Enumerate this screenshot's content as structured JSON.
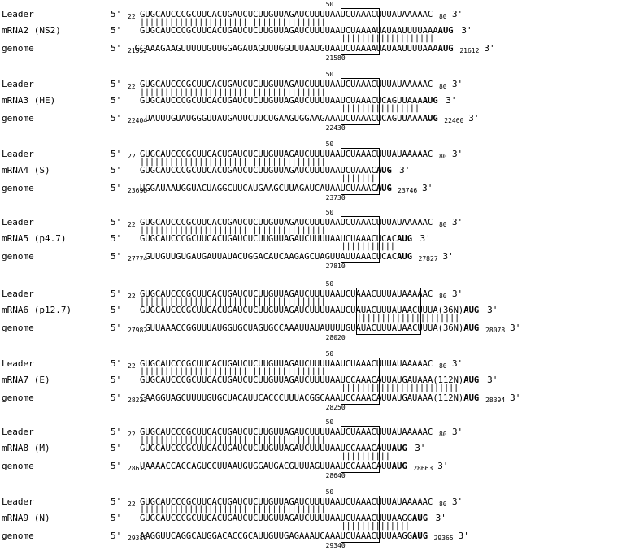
{
  "labels": {
    "leader": "Leader",
    "genome": "genome",
    "five": "5'",
    "three": "3'",
    "mark": "50"
  },
  "blocks": [
    {
      "mrna": "mRNA2 (NS2)",
      "leader_seq": "GUGCAUCCCGCUUCACUGAUCUCUUGUUAGAUCUUUUAAUCUAAACUUUAUAAAAAC",
      "leader_start": "22",
      "leader_end": "80",
      "mrna_seq": "GUGCAUCCCGCUUCACUGAUCUCUUGUUAGAUCUUUUAAUCUAAAAUAUAAUUUUAAA",
      "mrna_aug": "AUG",
      "genome_seq": "GCAAAGAAGUUUUUGUUGGAGAUAGUUUGGUUUAAUGUAAUCUAAAAUAUAAUUUUAAA",
      "genome_aug": "AUG",
      "genome_start": "21552",
      "genome_end": "21612",
      "genome_mark": "21580"
    },
    {
      "mrna": "mRNA3 (HE)",
      "leader_seq": "GUGCAUCCCGCUUCACUGAUCUCUUGUUAGAUCUUUUAAUCUAAACUUUAUAAAAAC",
      "leader_start": "22",
      "leader_end": "80",
      "mrna_seq": "GUGCAUCCCGCUUCACUGAUCUCUUGUUAGAUCUUUUAAUCUAAACUCAGUUAAA",
      "mrna_aug": "AUG",
      "genome_seq": "UAUUUGUAUGGGUUAUGAUUCUUCUGAAGUGGAAGAAAUCUAAACUCAGUUAAA",
      "genome_aug": "AUG",
      "genome_start": "22404",
      "genome_end": "22460",
      "genome_mark": "22430"
    },
    {
      "mrna": "mRNA4 (S)",
      "leader_seq": "GUGCAUCCCGCUUCACUGAUCUCUUGUUAGAUCUUUUAAUCUAAACUUUAUAAAAAC",
      "leader_start": "22",
      "leader_end": "80",
      "mrna_seq": "GUGCAUCCCGCUUCACUGAUCUCUUGUUAGAUCUUUUAAUCUAAAC",
      "mrna_aug": "AUG",
      "genome_seq": "UGGAUAAUGGUACUAGGCUUCAUGAAGCUUAGAUCAUAAUCUAAAC",
      "genome_aug": "AUG",
      "genome_start": "23698",
      "genome_end": "23746",
      "genome_mark": "23730"
    },
    {
      "mrna": "mRNA5 (p4.7)",
      "leader_seq": "GUGCAUCCCGCUUCACUGAUCUCUUGUUAGAUCUUUUAAUCUAAACUUUAUAAAAAC",
      "leader_start": "22",
      "leader_end": "80",
      "mrna_seq": "GUGCAUCCCGCUUCACUGAUCUCUUGUUAGAUCUUUUAAUCUAAACUCAC",
      "mrna_aug": "AUG",
      "genome_seq": "GUUGUUGUGAUGAUUAUACUGGACAUCAAGAGCUAGUUAUUAAACUCAC",
      "genome_aug": "AUG",
      "genome_start": "27774",
      "genome_end": "27827",
      "genome_mark": "27810"
    },
    {
      "mrna": "mRNA6 (p12.7)",
      "leader_seq": "GUGCAUCCCGCUUCACUGAUCUCUUGUUAGAUCUUUUAAUCUAAACUUUAUAAAAAC",
      "leader_start": "22",
      "leader_end": "80",
      "mrna_seq": "GUGCAUCCCGCUUCACUGAUCUCUUGUUAGAUCUUUUAAUCUAUACUUUAUAACUUUA(36N)",
      "mrna_aug": "AUG",
      "genome_seq": "GUUAAACCGGUUUAUGGUGCUAGUGCCAAAUUAUAUUUUGUAUACUUUAUAACUUUA(36N)",
      "genome_aug": "AUG",
      "genome_start": "27982",
      "genome_end": "28078",
      "genome_mark": "28020"
    },
    {
      "mrna": "mRNA7 (E)",
      "leader_seq": "GUGCAUCCCGCUUCACUGAUCUCUUGUUAGAUCUUUUAAUCUAAACUUUAUAAAAAC",
      "leader_start": "22",
      "leader_end": "80",
      "mrna_seq": "GUGCAUCCCGCUUCACUGAUCUCUUGUUAGAUCUUUUAAUCCAAACAUUAUGAUAAA(112N)",
      "mrna_aug": "AUG",
      "genome_seq": "CAAGGUAGCUUUUGUGCUACAUUCACCCUUUACGGCAAAUCCAAACAUUAUGAUAAA(112N)",
      "genome_aug": "AUG",
      "genome_start": "28223",
      "genome_end": "28394",
      "genome_mark": "28250"
    },
    {
      "mrna": "mRNA8 (M)",
      "leader_seq": "GUGCAUCCCGCUUCACUGAUCUCUUGUUAGAUCUUUUAAUCUAAACUUUAUAAAAAC",
      "leader_start": "22",
      "leader_end": "80",
      "mrna_seq": "GUGCAUCCCGCUUCACUGAUCUCUUGUUAGAUCUUUUAAUCCAAACAUU",
      "mrna_aug": "AUG",
      "genome_seq": "UAAAACCACCAGUCCUUAAUGUGGAUGACGUUUAGUUAAUCCAAACAUU",
      "genome_aug": "AUG",
      "genome_start": "28612",
      "genome_end": "28663",
      "genome_mark": "28640"
    },
    {
      "mrna": "mRNA9 (N)",
      "leader_seq": "GUGCAUCCCGCUUCACUGAUCUCUUGUUAGAUCUUUUAAUCUAAACUUUAUAAAAAC",
      "leader_start": "22",
      "leader_end": "80",
      "mrna_seq": "GUGCAUCCCGCUUCACUGAUCUCUUGUUAGAUCUUUUAAUCUAAACUUUAAGG",
      "mrna_aug": "AUG",
      "genome_seq": "AAGGUUCAGGCAUGGACACCGCAUUGUUGAGAAAUCAAAUCUAAACUUUAAGG",
      "genome_aug": "AUG",
      "genome_start": "29310",
      "genome_end": "29365",
      "genome_mark": "29340"
    }
  ]
}
